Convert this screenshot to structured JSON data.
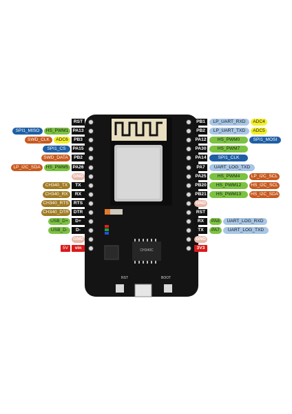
{
  "colors": {
    "board": "#141414",
    "pin_black": "#111111",
    "gnd": "#e8b8a8",
    "power": "#d91a1a",
    "blue": "#1f5fa5",
    "light_blue": "#a8c6e6",
    "green": "#7cc242",
    "orange": "#c75a1f",
    "olive": "#a07a22",
    "yellow": "#f2ee2a",
    "antenna": "#e9dfc0",
    "shield": "#c8c8c8"
  },
  "board": {
    "chip_label": "CH340C",
    "button_left": "RST",
    "button_right": "BOOT"
  },
  "left_pins": [
    {
      "pin": "RST",
      "tags": []
    },
    {
      "pin": "PA13",
      "tags": [
        {
          "text": "SPI1_MISO",
          "color": "blue"
        },
        {
          "text": "HS_PWM1",
          "color": "green"
        }
      ]
    },
    {
      "pin": "PB3",
      "tags": [
        {
          "text": "SWD_CLK",
          "color": "orange"
        },
        {
          "text": "ADC6",
          "color": "yellow"
        }
      ]
    },
    {
      "pin": "PA15",
      "tags": [
        {
          "text": "SPI1_CS",
          "color": "blue"
        }
      ]
    },
    {
      "pin": "PB2",
      "tags": [
        {
          "text": "SWD_DATA",
          "color": "orange"
        }
      ]
    },
    {
      "pin": "PA26",
      "tags": [
        {
          "text": "LP_I2C_SDA",
          "color": "orange"
        },
        {
          "text": "HS_PWM5",
          "color": "green"
        }
      ]
    },
    {
      "pin": "GND",
      "tags": []
    },
    {
      "pin": "TX",
      "tags": [
        {
          "text": "CH340_TX",
          "color": "olive"
        }
      ]
    },
    {
      "pin": "RX",
      "tags": [
        {
          "text": "CH340_RX",
          "color": "olive"
        }
      ]
    },
    {
      "pin": "RTS",
      "tags": [
        {
          "text": "CH340_RTS",
          "color": "olive"
        }
      ]
    },
    {
      "pin": "DTR",
      "tags": [
        {
          "text": "CH340_DTR",
          "color": "olive"
        }
      ]
    },
    {
      "pin": "D+",
      "tags": [
        {
          "text": "USB_D+",
          "color": "green"
        }
      ]
    },
    {
      "pin": "D-",
      "tags": [
        {
          "text": "USB_D-",
          "color": "green"
        }
      ]
    },
    {
      "pin": "GND",
      "tags": []
    },
    {
      "pin": "vin",
      "tags": [
        {
          "text": "5V",
          "color": "power"
        }
      ]
    }
  ],
  "right_pins": [
    {
      "pin": "PB1",
      "tags": [
        {
          "text": "LP_UART_RXD",
          "color": "light_blue"
        },
        {
          "text": "ADC4",
          "color": "yellow"
        }
      ]
    },
    {
      "pin": "PB2",
      "tags": [
        {
          "text": "LP_UART_TXD",
          "color": "light_blue"
        },
        {
          "text": "ADC5",
          "color": "yellow"
        }
      ]
    },
    {
      "pin": "PA12",
      "tags": [
        {
          "text": "HS_PWM0",
          "color": "green"
        },
        {
          "text": "SPI1_MOSI",
          "color": "blue"
        }
      ]
    },
    {
      "pin": "PA30",
      "tags": [
        {
          "text": "HS_PWM7",
          "color": "green"
        }
      ]
    },
    {
      "pin": "PA14",
      "tags": [
        {
          "text": "SPI1_CLK",
          "color": "blue"
        }
      ]
    },
    {
      "pin": "PA7",
      "tags": [
        {
          "text": "UART_LOG_TXD",
          "color": "light_blue"
        }
      ]
    },
    {
      "pin": "PA25",
      "tags": [
        {
          "text": "HS_PWM4",
          "color": "green"
        },
        {
          "text": "LP_I2C_SCL",
          "color": "orange"
        }
      ]
    },
    {
      "pin": "PB20",
      "tags": [
        {
          "text": "HS_PWM12",
          "color": "green"
        },
        {
          "text": "HS_I2C_SCL",
          "color": "orange"
        }
      ]
    },
    {
      "pin": "PB21",
      "tags": [
        {
          "text": "HS_PWM13",
          "color": "green"
        },
        {
          "text": "HS_I2C_SDA",
          "color": "orange"
        }
      ]
    },
    {
      "pin": "GND",
      "tags": []
    },
    {
      "pin": "RST",
      "tags": []
    },
    {
      "pin": "RX",
      "tags": [
        {
          "text": "PA8",
          "color": "green"
        },
        {
          "text": "UART_LOG_RXD",
          "color": "light_blue"
        }
      ]
    },
    {
      "pin": "TX",
      "tags": [
        {
          "text": "PA7",
          "color": "green"
        },
        {
          "text": "UART_LOG_TXD",
          "color": "light_blue"
        }
      ]
    },
    {
      "pin": "GND",
      "tags": []
    },
    {
      "pin": "3V3",
      "tags": []
    }
  ]
}
